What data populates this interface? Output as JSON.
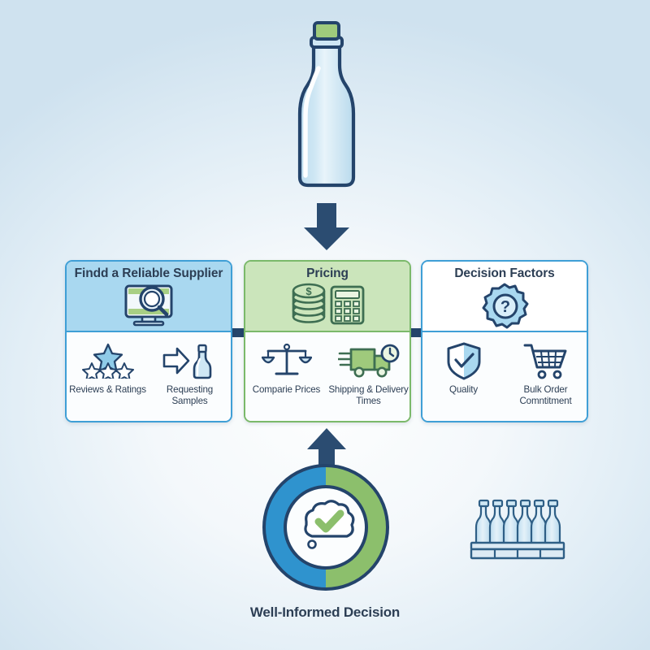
{
  "infographic": {
    "hero_icon": "glass-bottle-icon",
    "flow_arrow_down": "arrow-down-icon",
    "flow_arrow_up": "arrow-up-icon",
    "crate_icon": "bottle-crate-icon"
  },
  "colors": {
    "navy": "#24446b",
    "blue": "#3f9fd6",
    "blue_fill": "#a9d8f0",
    "green": "#7bb96a",
    "green_fill": "#cbe5bb",
    "text": "#2c3e54",
    "panel_body": "#fbfdfe"
  },
  "panels": [
    {
      "id": "supplier",
      "title": "Findd a Reliable Supplier",
      "header_icon": "monitor-search-icon",
      "accent": "#3f9fd6",
      "items": [
        {
          "label": "Reviews & Ratings",
          "icon": "star-rating-icon"
        },
        {
          "label": "Requesting Samples",
          "icon": "arrow-bottle-icon"
        }
      ]
    },
    {
      "id": "pricing",
      "title": "Pricing",
      "header_icon": "coins-calculator-icon",
      "accent": "#7bb96a",
      "items": [
        {
          "label": "Comparie Prices",
          "icon": "balance-scale-icon"
        },
        {
          "label": "Shipping & Delivery Times",
          "icon": "delivery-truck-clock-icon"
        }
      ]
    },
    {
      "id": "decision",
      "title": "Decision Factors",
      "header_icon": "gear-question-icon",
      "accent": "#3f9fd6",
      "items": [
        {
          "label": "Quality",
          "icon": "shield-check-icon"
        },
        {
          "label": "Bulk Order Comntitment",
          "icon": "shopping-cart-icon"
        }
      ]
    }
  ],
  "outcome": {
    "caption": "Well-Informed Decision",
    "icon": "thought-bubble-check-icon",
    "ring_left_color": "#2f93ce",
    "ring_right_color": "#8cbf6c"
  }
}
